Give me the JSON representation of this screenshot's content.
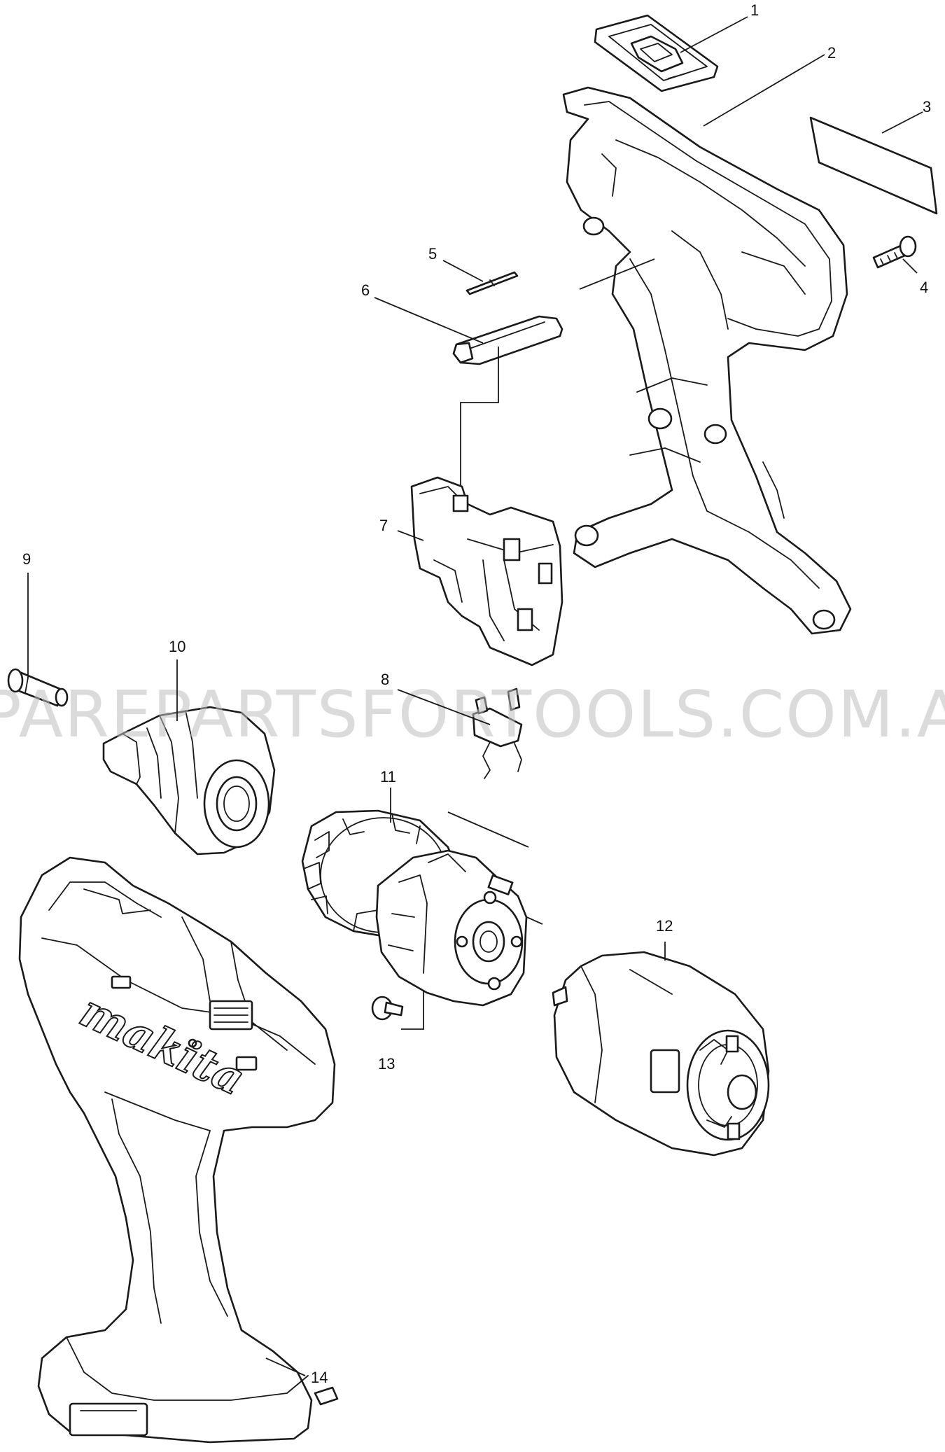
{
  "watermark": "PAREPARTSFORTOOLS.COM.A",
  "brand_logo": "makita",
  "parts": [
    {
      "number": "1"
    },
    {
      "number": "2"
    },
    {
      "number": "3"
    },
    {
      "number": "4"
    },
    {
      "number": "5"
    },
    {
      "number": "6"
    },
    {
      "number": "7"
    },
    {
      "number": "8"
    },
    {
      "number": "9"
    },
    {
      "number": "10"
    },
    {
      "number": "11"
    },
    {
      "number": "12"
    },
    {
      "number": "13"
    },
    {
      "number": "14"
    }
  ]
}
